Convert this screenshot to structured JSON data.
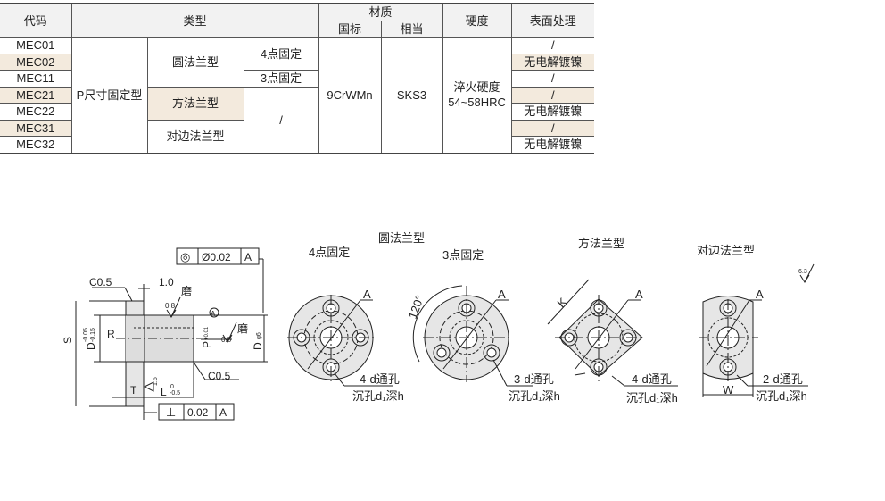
{
  "table": {
    "headers": {
      "code": "代码",
      "type": "类型",
      "material": "材质",
      "material_gb": "国标",
      "material_eq": "相当",
      "hardness": "硬度",
      "surface": "表面处理"
    },
    "group": "P尺寸固定型",
    "types": {
      "round": "圆法兰型",
      "square": "方法兰型",
      "flat": "对边法兰型"
    },
    "subtypes": {
      "four": "4点固定",
      "three": "3点固定",
      "none": "/"
    },
    "material_gb": "9CrWMn",
    "material_eq": "SKS3",
    "hardness_line1": "淬火硬度",
    "hardness_line2": "54~58HRC",
    "rows": [
      {
        "code": "MEC01",
        "surface": "/"
      },
      {
        "code": "MEC02",
        "surface": "无电解镀镍"
      },
      {
        "code": "MEC11",
        "surface": "/"
      },
      {
        "code": "MEC21",
        "surface": "/"
      },
      {
        "code": "MEC22",
        "surface": "无电解镀镍"
      },
      {
        "code": "MEC31",
        "surface": "/"
      },
      {
        "code": "MEC32",
        "surface": "无电解镀镍"
      }
    ]
  },
  "drawing": {
    "conc_sym": "◎",
    "conc_val": "Ø0.02",
    "datum": "A",
    "perp_sym": "⊥",
    "perp_val": "0.02",
    "c05a": "C0.5",
    "c05b": "C0.5",
    "dim10": "1.0",
    "grind": "磨",
    "ra08": "0.8",
    "ra16": "1.6",
    "S": "S",
    "D": "D",
    "D_tol_up": "-0.05",
    "D_tol_lo": "-0.15",
    "R": "R",
    "P": "P",
    "P_tol_up": "+0.01",
    "P_tol_lo": "0",
    "Dg6": "D",
    "g6": "g6",
    "T": "T",
    "L": "L",
    "L_tol_up": "0",
    "L_tol_lo": "-0.5",
    "round_title": "圆法兰型",
    "four_fix": "4点固定",
    "three_fix": "3点固定",
    "square_title": "方法兰型",
    "flat_title": "对边法兰型",
    "angle": "120°",
    "K": "K",
    "W": "W",
    "hole4": "4-d通孔",
    "hole3": "3-d通孔",
    "hole2": "2-d通孔",
    "cbore": "沉孔d₁深h",
    "ra63": "6.3"
  }
}
